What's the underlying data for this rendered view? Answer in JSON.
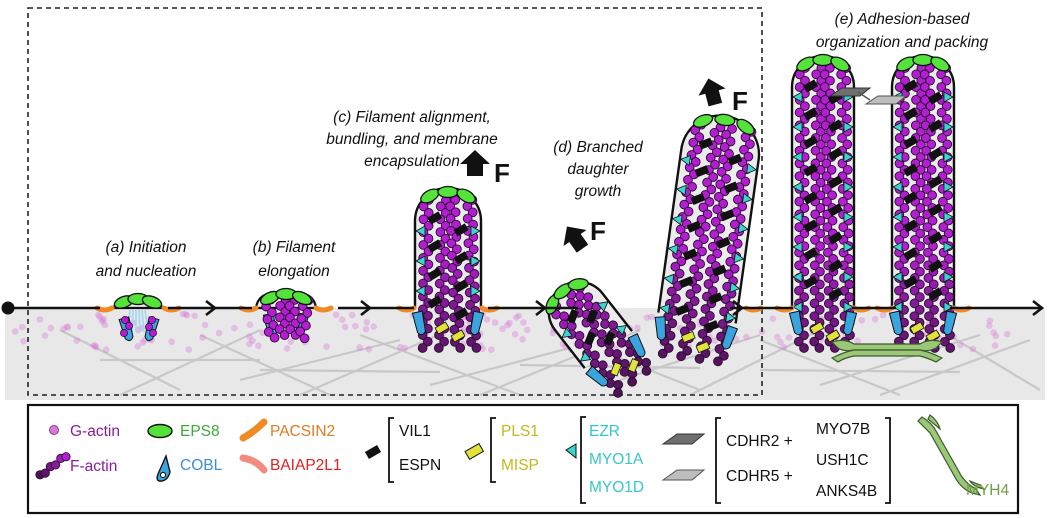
{
  "stages": {
    "a": {
      "line1": "(a) Initiation",
      "line2": "and nucleation"
    },
    "b": {
      "line1": "(b) Filament",
      "line2": "elongation"
    },
    "c": {
      "line1": "(c) Filament alignment,",
      "line2": "bundling, and membrane",
      "line3": "encapsulation"
    },
    "d": {
      "line1": "(d) Branched",
      "line2": "daughter",
      "line3": "growth"
    },
    "e": {
      "line1": "(e) Adhesion-based",
      "line2": "organization and packing"
    }
  },
  "force_label": "F",
  "legend": {
    "g_actin": "G-actin",
    "f_actin": "F-actin",
    "eps8": "EPS8",
    "cobl": "COBL",
    "pacsin2": "PACSIN2",
    "baiap2l1": "BAIAP2L1",
    "vil1": "VIL1",
    "espn": "ESPN",
    "pls1": "PLS1",
    "misp": "MISP",
    "ezr": "EZR",
    "myo1a": "MYO1A",
    "myo1d": "MYO1D",
    "cdhr2": "CDHR2 +",
    "cdhr5": "CDHR5 +",
    "myo7b": "MYO7B",
    "ush1c": "USH1C",
    "anks4b": "ANKS4B",
    "myh4": "MYH4"
  },
  "colors": {
    "g_actin": "#d77ad7",
    "f_actin": "#b21fd0",
    "f_actin_dark": "#4a1450",
    "eps8": "#54e33a",
    "cobl": "#3aa4df",
    "pacsin2": "#f08a24",
    "baiap2l1": "#f58a80",
    "vil1_espn": "#111111",
    "pls1_misp": "#e2e23a",
    "ezr_myo1": "#3cd4d0",
    "cdhr2": "#6f6f6f",
    "cdhr5": "#bdbdbd",
    "myh4": "#9bc779",
    "text_eps8": "#3aa83a",
    "text_cobl": "#3a8fd6",
    "text_pacsin2": "#e07b20",
    "text_baiap2l1": "#e02020",
    "text_misp": "#c4b81e",
    "text_ezr": "#36c7c9",
    "text_myh4": "#6e9e46"
  }
}
